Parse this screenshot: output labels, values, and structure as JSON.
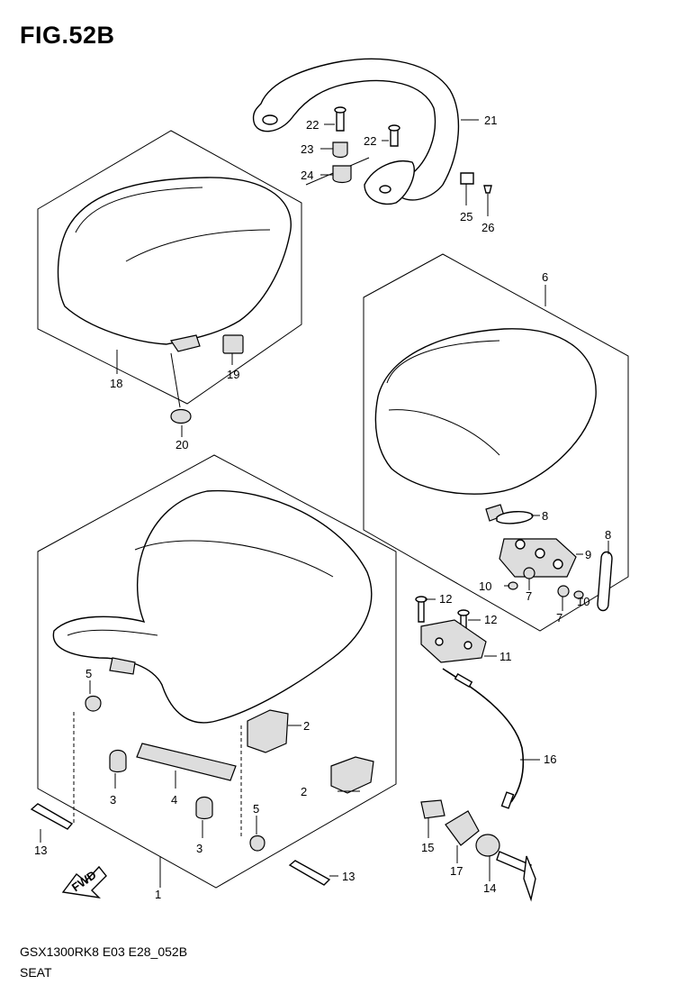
{
  "figure": {
    "title": "FIG.52B",
    "code": "GSX1300RK8 E03 E28_052B",
    "name": "SEAT"
  },
  "fwd_label": "FWD",
  "callouts": [
    "1",
    "2",
    "2",
    "3",
    "3",
    "4",
    "5",
    "5",
    "6",
    "7",
    "7",
    "8",
    "8",
    "9",
    "10",
    "10",
    "11",
    "12",
    "12",
    "13",
    "13",
    "14",
    "15",
    "16",
    "17",
    "18",
    "19",
    "20",
    "21",
    "22",
    "22",
    "23",
    "24",
    "25",
    "26"
  ]
}
